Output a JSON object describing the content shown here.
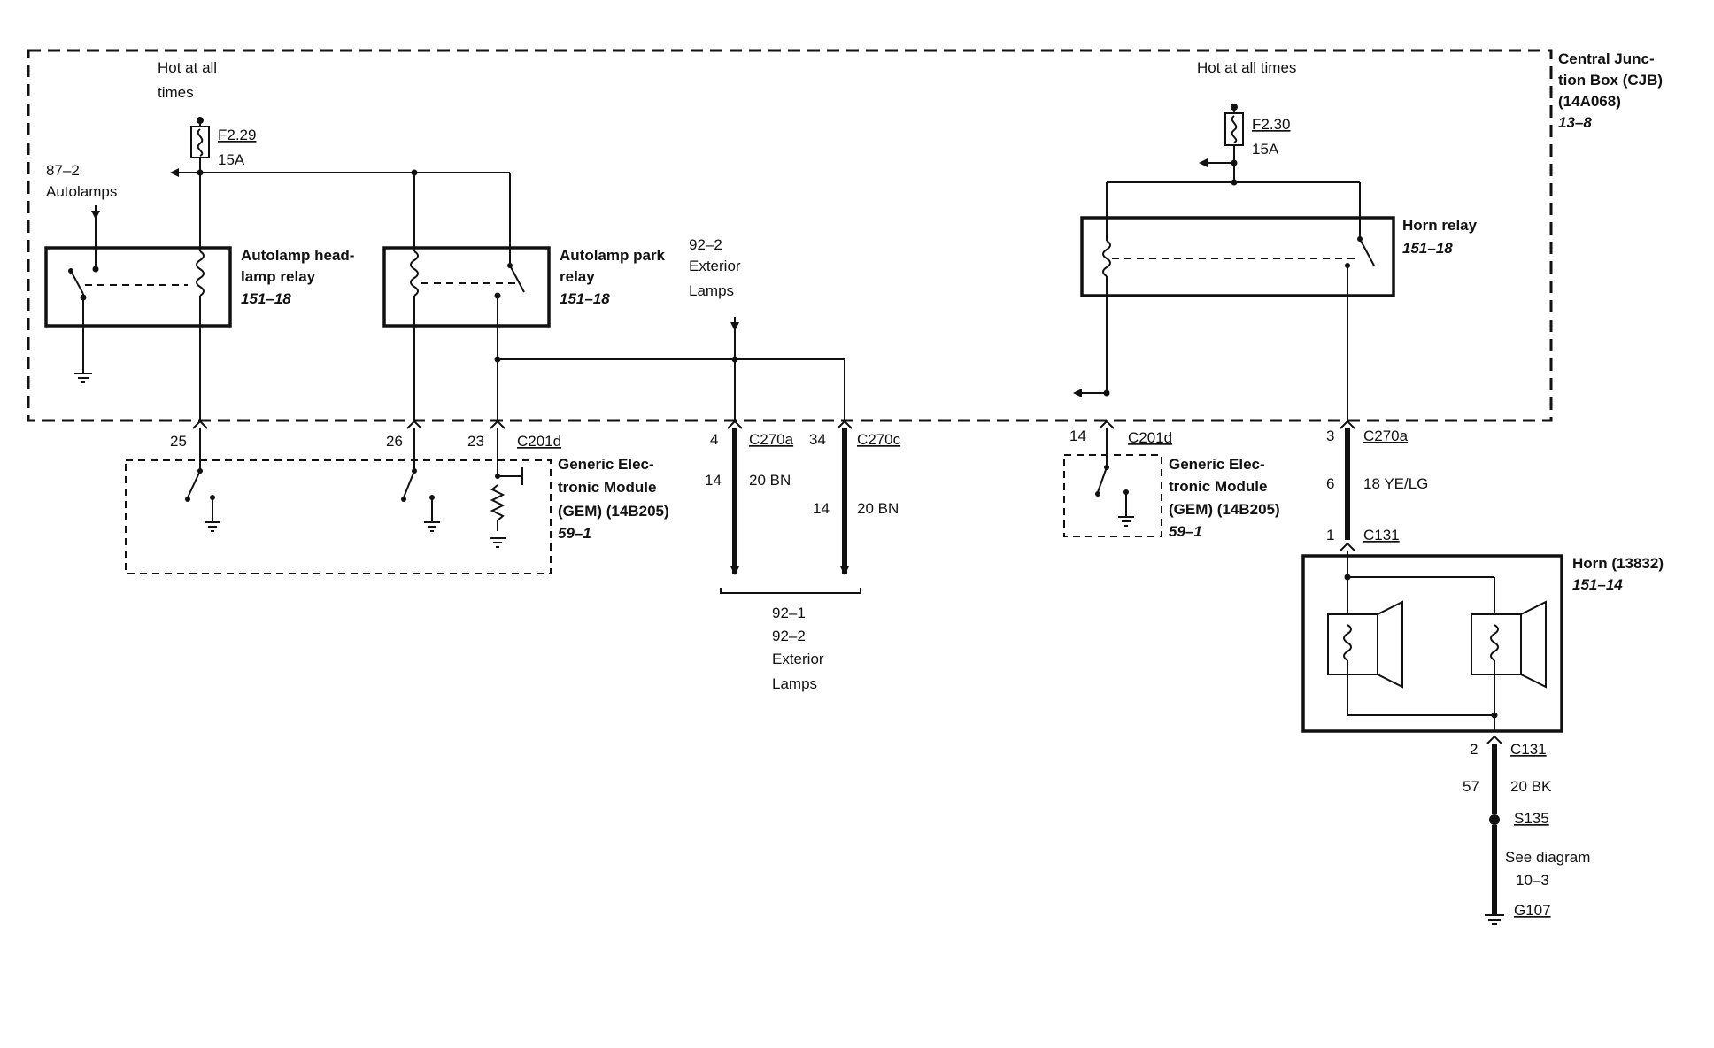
{
  "cjb": {
    "line1": "Central Junc-",
    "line2": "tion Box (CJB)",
    "line3": "(14A068)",
    "ref": "13–8"
  },
  "left_hot": {
    "line1": "Hot at all",
    "line2": "times"
  },
  "right_hot": {
    "text": "Hot at all times"
  },
  "fuse_left": {
    "id": "F2.29",
    "rating": "15A"
  },
  "fuse_right": {
    "id": "F2.30",
    "rating": "15A"
  },
  "autolamps_ref": {
    "line1": "87–2",
    "line2": "Autolamps"
  },
  "headlamp_relay": {
    "line1": "Autolamp head-",
    "line2": "lamp relay",
    "ref": "151–18"
  },
  "park_relay": {
    "line1": "Autolamp park",
    "line2": "relay",
    "ref": "151–18"
  },
  "ext_lamps_top": {
    "line1": "92–2",
    "line2": "Exterior",
    "line3": "Lamps"
  },
  "ext_lamps_bottom": {
    "line1": "92–1",
    "line2": "92–2",
    "line3": "Exterior",
    "line4": "Lamps"
  },
  "horn_relay": {
    "line1": "Horn relay",
    "ref": "151–18"
  },
  "gem_left": {
    "line1": "Generic Elec-",
    "line2": "tronic Module",
    "line3": "(GEM) (14B205)",
    "ref": "59–1"
  },
  "gem_right": {
    "line1": "Generic Elec-",
    "line2": "tronic Module",
    "line3": "(GEM) (14B205)",
    "ref": "59–1"
  },
  "pins_left": {
    "p25": "25",
    "p26": "26",
    "p23": "23",
    "conn": "C201d"
  },
  "pin_right14": {
    "pin": "14",
    "conn": "C201d"
  },
  "wire_a": {
    "pin": "4",
    "conn": "C270a",
    "circuit": "14",
    "spec": "20 BN"
  },
  "wire_c": {
    "pin": "34",
    "conn": "C270c",
    "circuit": "14",
    "spec": "20 BN"
  },
  "horn_feed": {
    "pin": "3",
    "conn": "C270a",
    "circuit": "6",
    "spec": "18 YE/LG",
    "pin2": "1",
    "conn2": "C131"
  },
  "horn": {
    "line1": "Horn (13832)",
    "ref": "151–14"
  },
  "horn_ground": {
    "pin": "2",
    "conn": "C131",
    "circuit": "57",
    "spec": "20 BK",
    "splice": "S135",
    "see1": "See diagram",
    "see2": "10–3",
    "ground": "G107"
  }
}
